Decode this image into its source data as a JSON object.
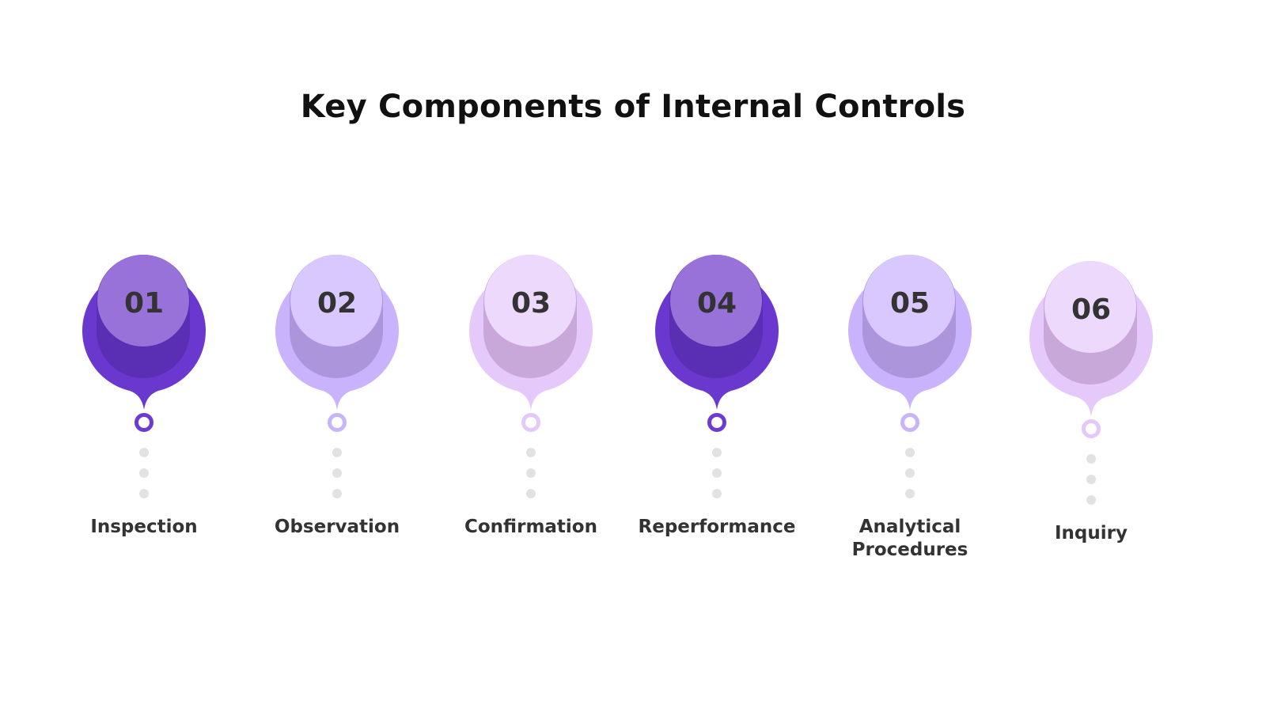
{
  "title": "Key Components of Internal Controls",
  "colors": {
    "dark_purple": "#6d3bd2",
    "light_violet": "#c8b4fb",
    "lilac": "#e4c8f9",
    "dots_gray": "#e2e2e2",
    "text": "#333333"
  },
  "items": [
    {
      "number": "01",
      "label": "Inspection"
    },
    {
      "number": "02",
      "label": "Observation"
    },
    {
      "number": "03",
      "label": "Confirmation"
    },
    {
      "number": "04",
      "label": "Reperformance"
    },
    {
      "number": "05",
      "label": "Analytical Procedures"
    },
    {
      "number": "06",
      "label": "Inquiry"
    }
  ]
}
